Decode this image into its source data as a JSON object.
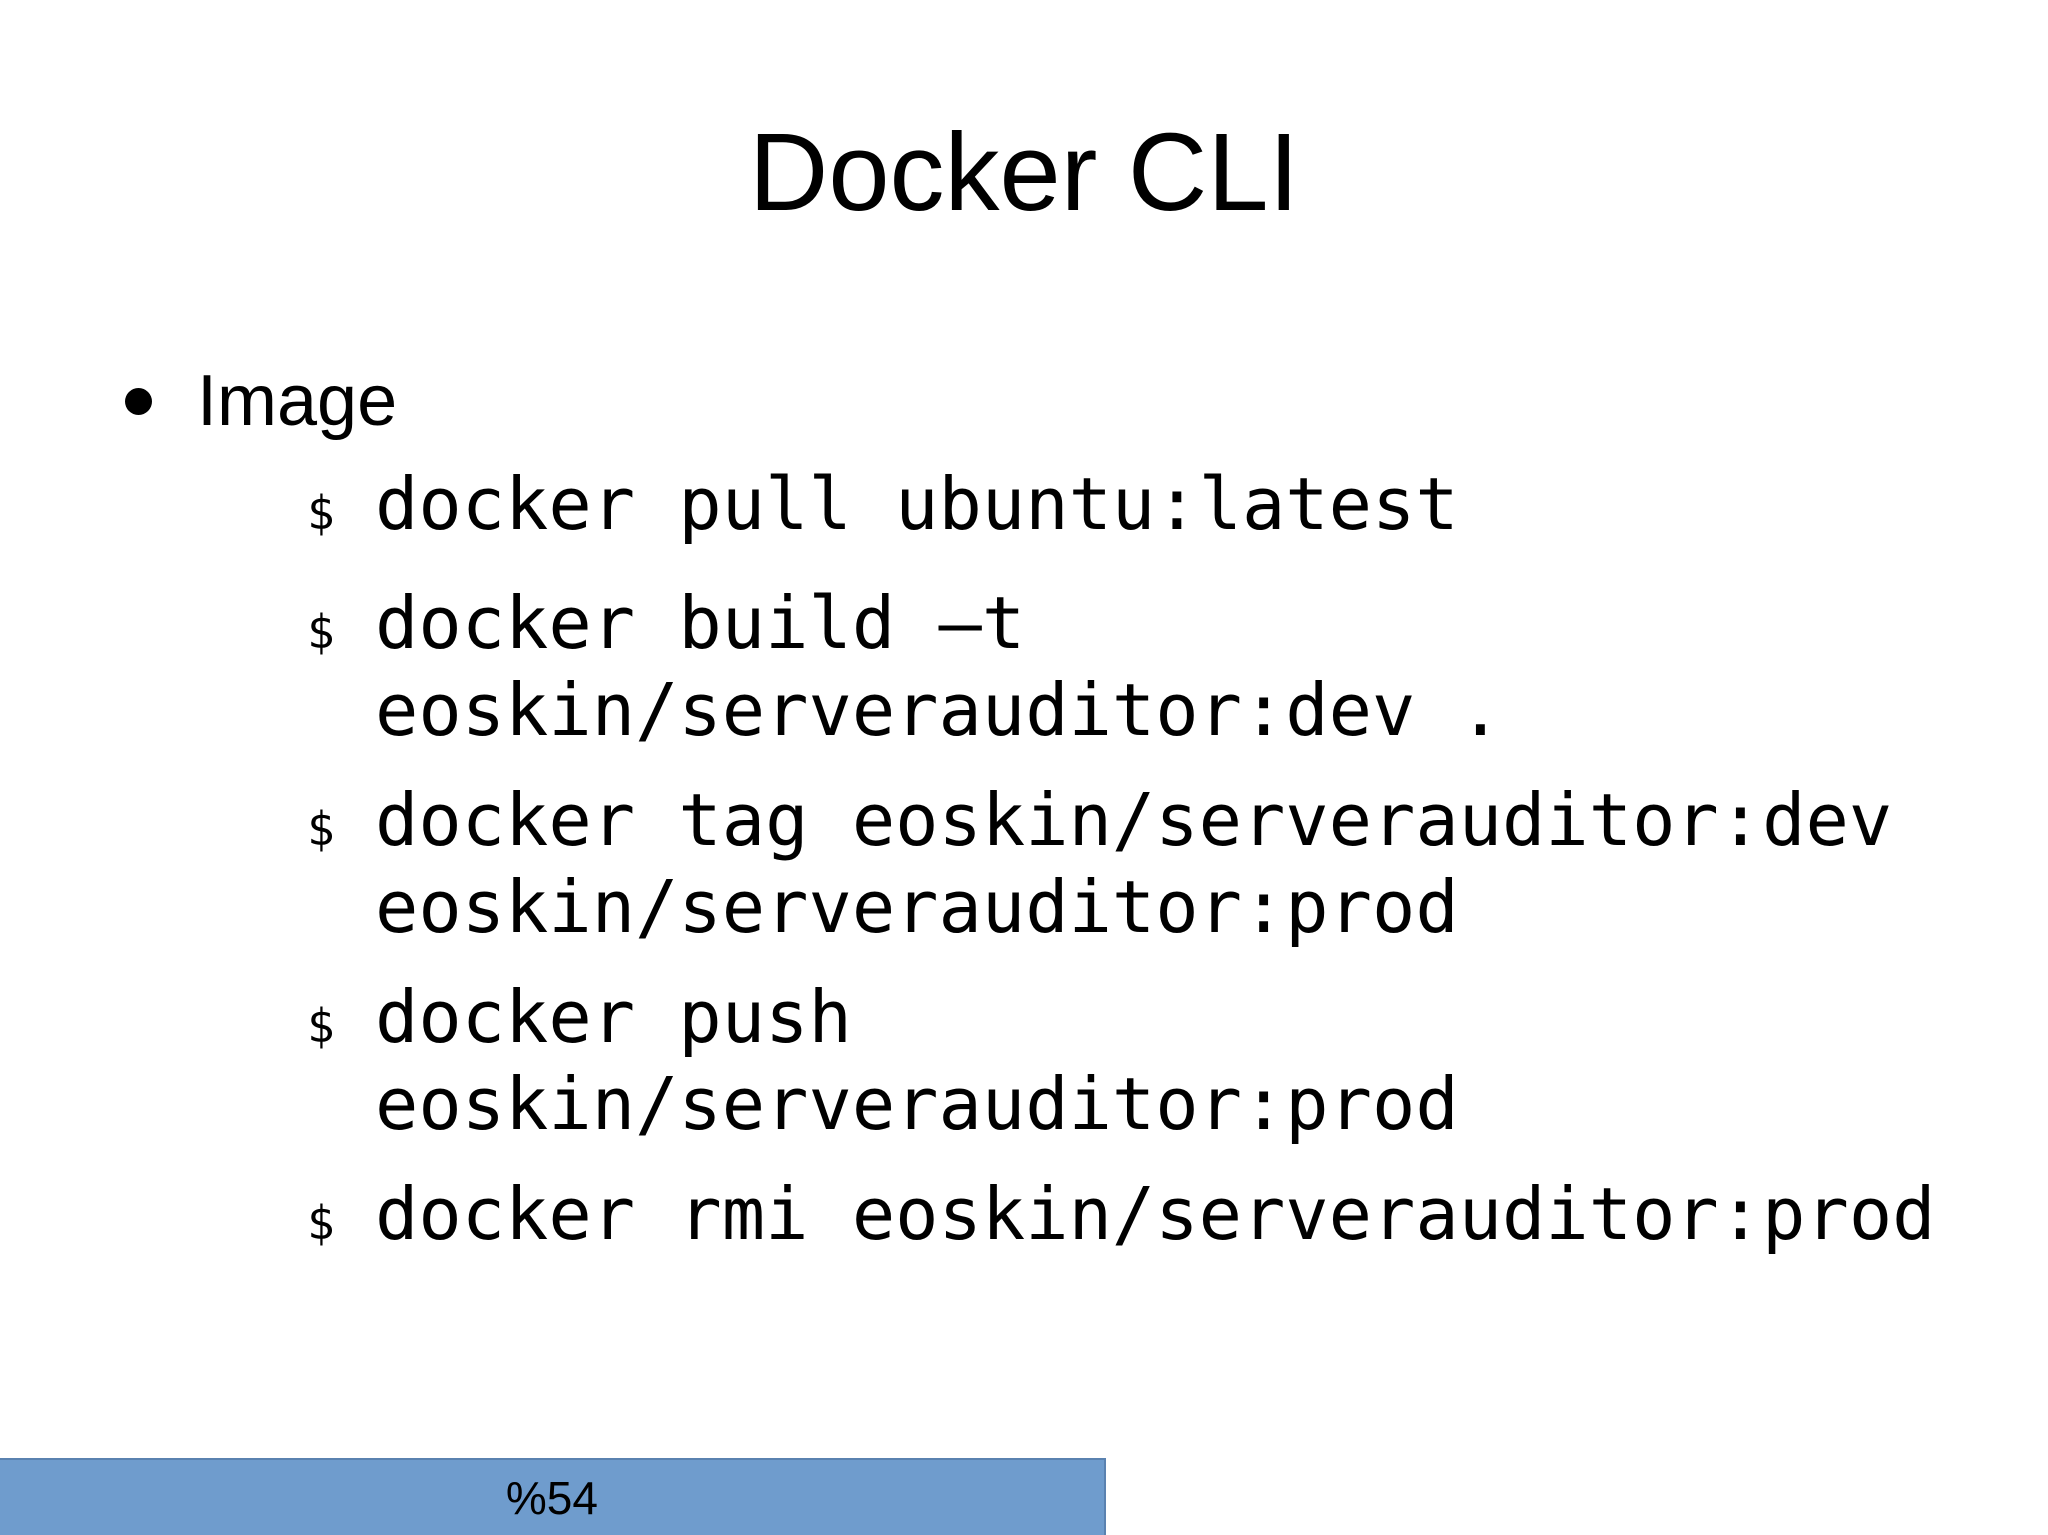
{
  "title": "Docker CLI",
  "bullet": {
    "label": "Image"
  },
  "commands": [
    {
      "prompt": "$",
      "lines": [
        "docker pull ubuntu:latest"
      ]
    },
    {
      "prompt": "$",
      "lines": [
        "docker build –t",
        "eoskin/serverauditor:dev ."
      ]
    },
    {
      "prompt": "$",
      "lines": [
        "docker tag eoskin/serverauditor:dev",
        "eoskin/serverauditor:prod"
      ]
    },
    {
      "prompt": "$",
      "lines": [
        "docker push",
        "eoskin/serverauditor:prod"
      ]
    },
    {
      "prompt": "$",
      "lines": [
        "docker rmi eoskin/serverauditor:prod"
      ]
    }
  ],
  "progress": {
    "label": "%54",
    "percent": 54
  },
  "colors": {
    "background": "#ffffff",
    "text": "#000000",
    "progress_fill": "#6f9ccd",
    "progress_border": "#5a82b0"
  }
}
